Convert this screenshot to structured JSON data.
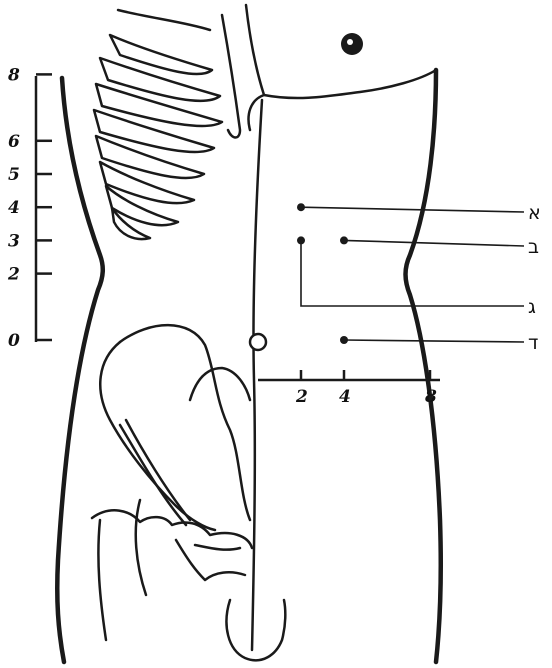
{
  "vertical_scale": {
    "ticks": [
      {
        "label": "8",
        "value": 8
      },
      {
        "label": "6",
        "value": 6
      },
      {
        "label": "5",
        "value": 5
      },
      {
        "label": "4",
        "value": 4
      },
      {
        "label": "3",
        "value": 3
      },
      {
        "label": "2",
        "value": 2
      },
      {
        "label": "0",
        "value": 0
      }
    ]
  },
  "horizontal_scale": {
    "ticks": [
      {
        "label": "2",
        "value": 2
      },
      {
        "label": "4",
        "value": 4
      },
      {
        "label": "8",
        "value": 8
      }
    ]
  },
  "points": [
    {
      "label": "א",
      "x": 2,
      "y": 4
    },
    {
      "label": "ב",
      "x": 4,
      "y": 3
    },
    {
      "label": "ג",
      "x": 2,
      "y": 3
    },
    {
      "label": "ד",
      "x": 4,
      "y": 0
    }
  ],
  "colors": {
    "ink": "#1a1a1a",
    "background": "#ffffff"
  }
}
